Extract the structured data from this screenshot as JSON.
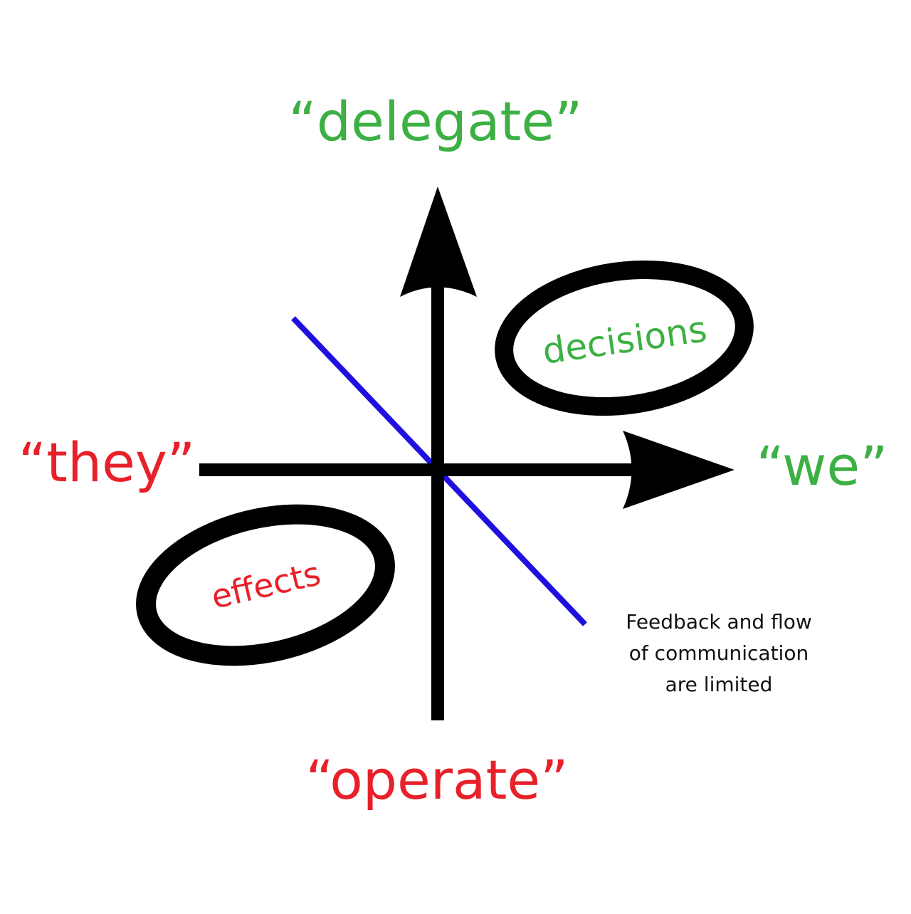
{
  "labels": {
    "top": "“delegate”",
    "bottom": "“operate”",
    "left": "“they”",
    "right": "“we”",
    "upper_right_ellipse": "decisions",
    "lower_left_ellipse": "effects",
    "note_lines": [
      "Feedback and flow",
      "of communication",
      "are limited"
    ]
  },
  "colors": {
    "positive": "#3cb043",
    "negative": "#e8202a",
    "divider": "#1f10e0",
    "axes": "#000000",
    "note_text": "#111111"
  }
}
